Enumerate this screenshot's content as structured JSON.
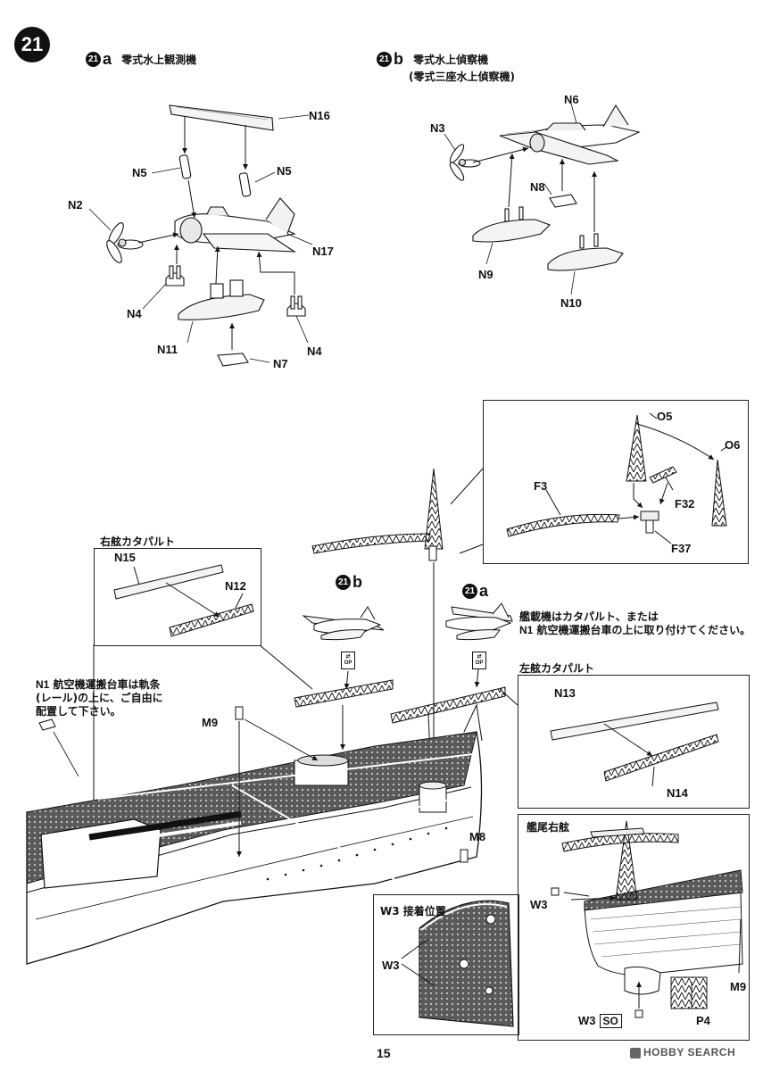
{
  "step": {
    "number": "21"
  },
  "variant_a": {
    "badge": "21",
    "suffix": "a",
    "title": "零式水上観測機"
  },
  "variant_b": {
    "badge": "21",
    "suffix": "b",
    "title": "零式水上偵察機",
    "subtitle": "(零式三座水上偵察機)"
  },
  "parts_a": {
    "n16": "N16",
    "n5_left": "N5",
    "n5_right": "N5",
    "n2": "N2",
    "n17": "N17",
    "n4_left": "N4",
    "n4_right": "N4",
    "n11": "N11",
    "n7": "N7"
  },
  "parts_b": {
    "n3": "N3",
    "n6": "N6",
    "n8": "N8",
    "n9": "N9",
    "n10": "N10"
  },
  "inset_crane": {
    "o5": "O5",
    "o6": "O6",
    "f3": "F3",
    "f32": "F32",
    "f37": "F37"
  },
  "starboard_catapult": {
    "title": "右舷カタパルト",
    "n15": "N15",
    "n12": "N12"
  },
  "port_catapult": {
    "title": "左舷カタパルト",
    "n13": "N13",
    "n14": "N14"
  },
  "ship_marks": {
    "badge_b": "21",
    "suffix_b": "b",
    "badge_a": "21",
    "suffix_a": "a",
    "op_label": "OP",
    "m9": "M9",
    "m8": "M8"
  },
  "note_aircraft": {
    "line1": "艦載機はカタパルト、または",
    "line2_part": "N1",
    "line2_rest": " 航空機運搬台車の上に取り付けてください。"
  },
  "note_cart": {
    "line1_part": "N1",
    "line1_rest": " 航空機運搬台車は軌条",
    "line2": "(レール)の上に、ご自由に",
    "line3": "配置して下さい。"
  },
  "w3_inset": {
    "title": "W3 接着位置",
    "label": "W3"
  },
  "stern_inset": {
    "title": "艦尾右舷",
    "w3_top": "W3",
    "m9": "M9",
    "p4": "P4",
    "w3_bottom": "W3",
    "so": "SO"
  },
  "footer": {
    "page": "15",
    "watermark": "HOBBY SEARCH"
  }
}
